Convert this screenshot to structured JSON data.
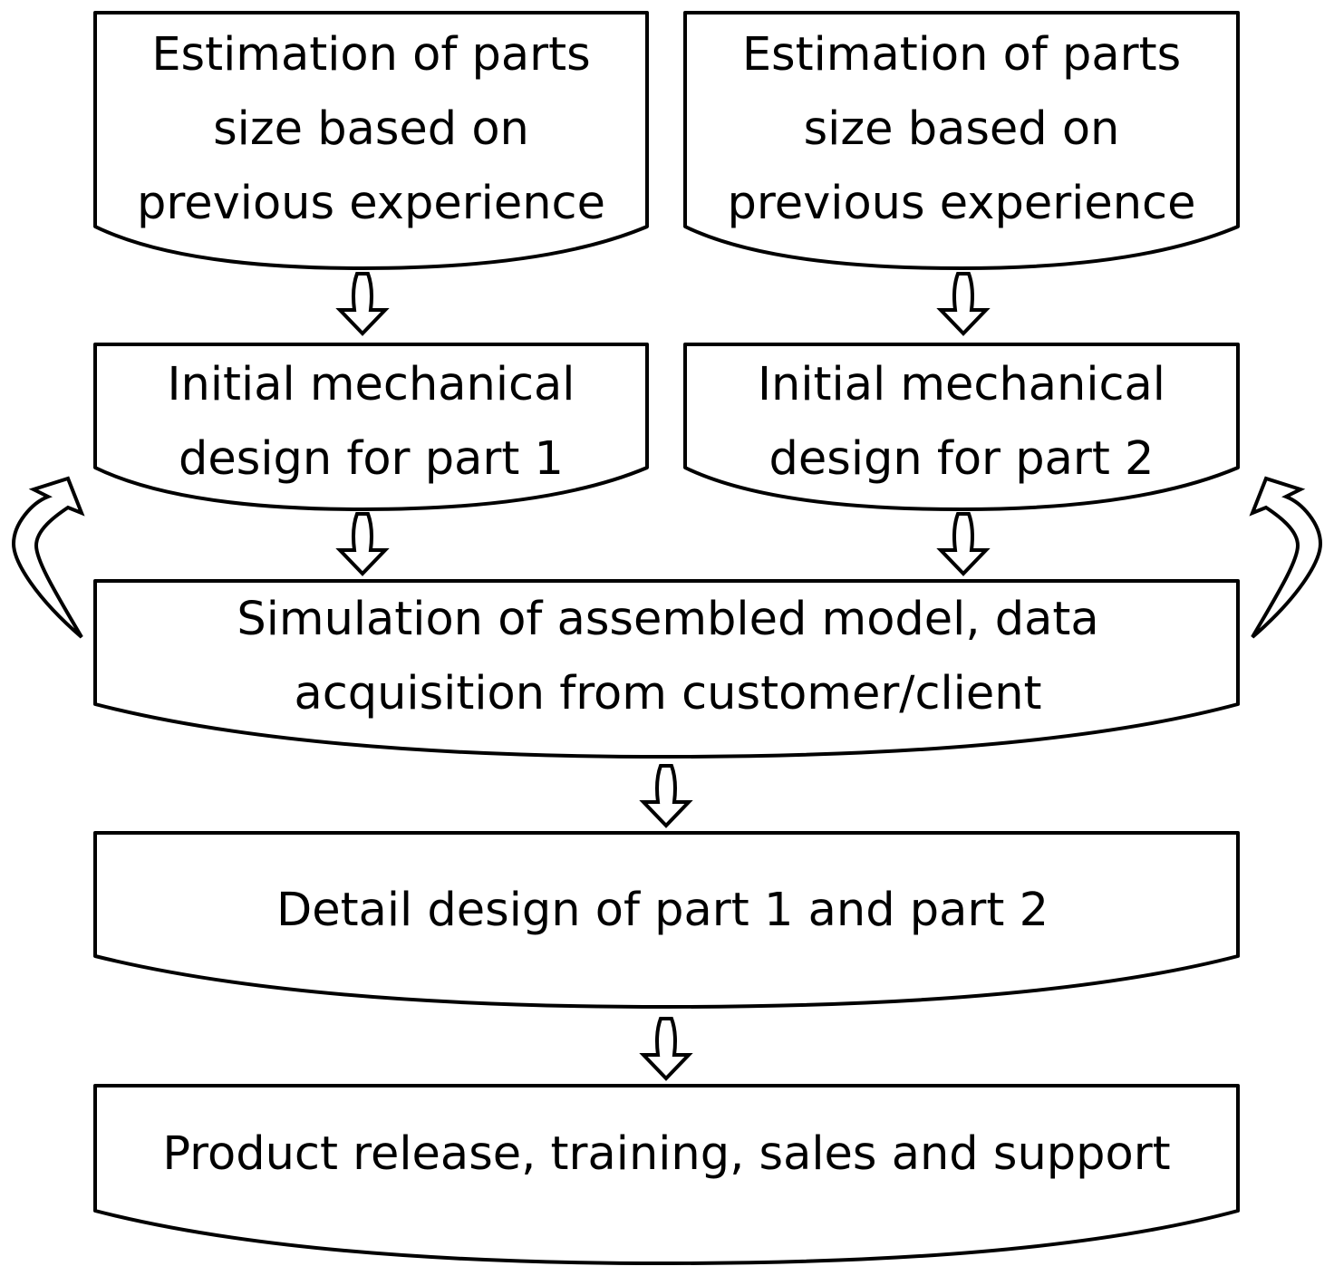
{
  "nodes": {
    "estimate_1": {
      "lines": [
        "Estimation of parts",
        "size based on",
        "previous experience"
      ]
    },
    "estimate_2": {
      "lines": [
        "Estimation of parts",
        "size based on",
        "previous experience"
      ]
    },
    "initial_1": {
      "lines": [
        "Initial mechanical",
        "design for part 1"
      ]
    },
    "initial_2": {
      "lines": [
        "Initial mechanical",
        "design for part 2"
      ]
    },
    "simulation": {
      "lines": [
        "Simulation of assembled model, data",
        "acquisition from customer/client"
      ]
    },
    "detail": {
      "lines": [
        "Detail design of part 1 and part 2"
      ]
    },
    "release": {
      "lines": [
        "Product release, training, sales and support"
      ]
    }
  }
}
